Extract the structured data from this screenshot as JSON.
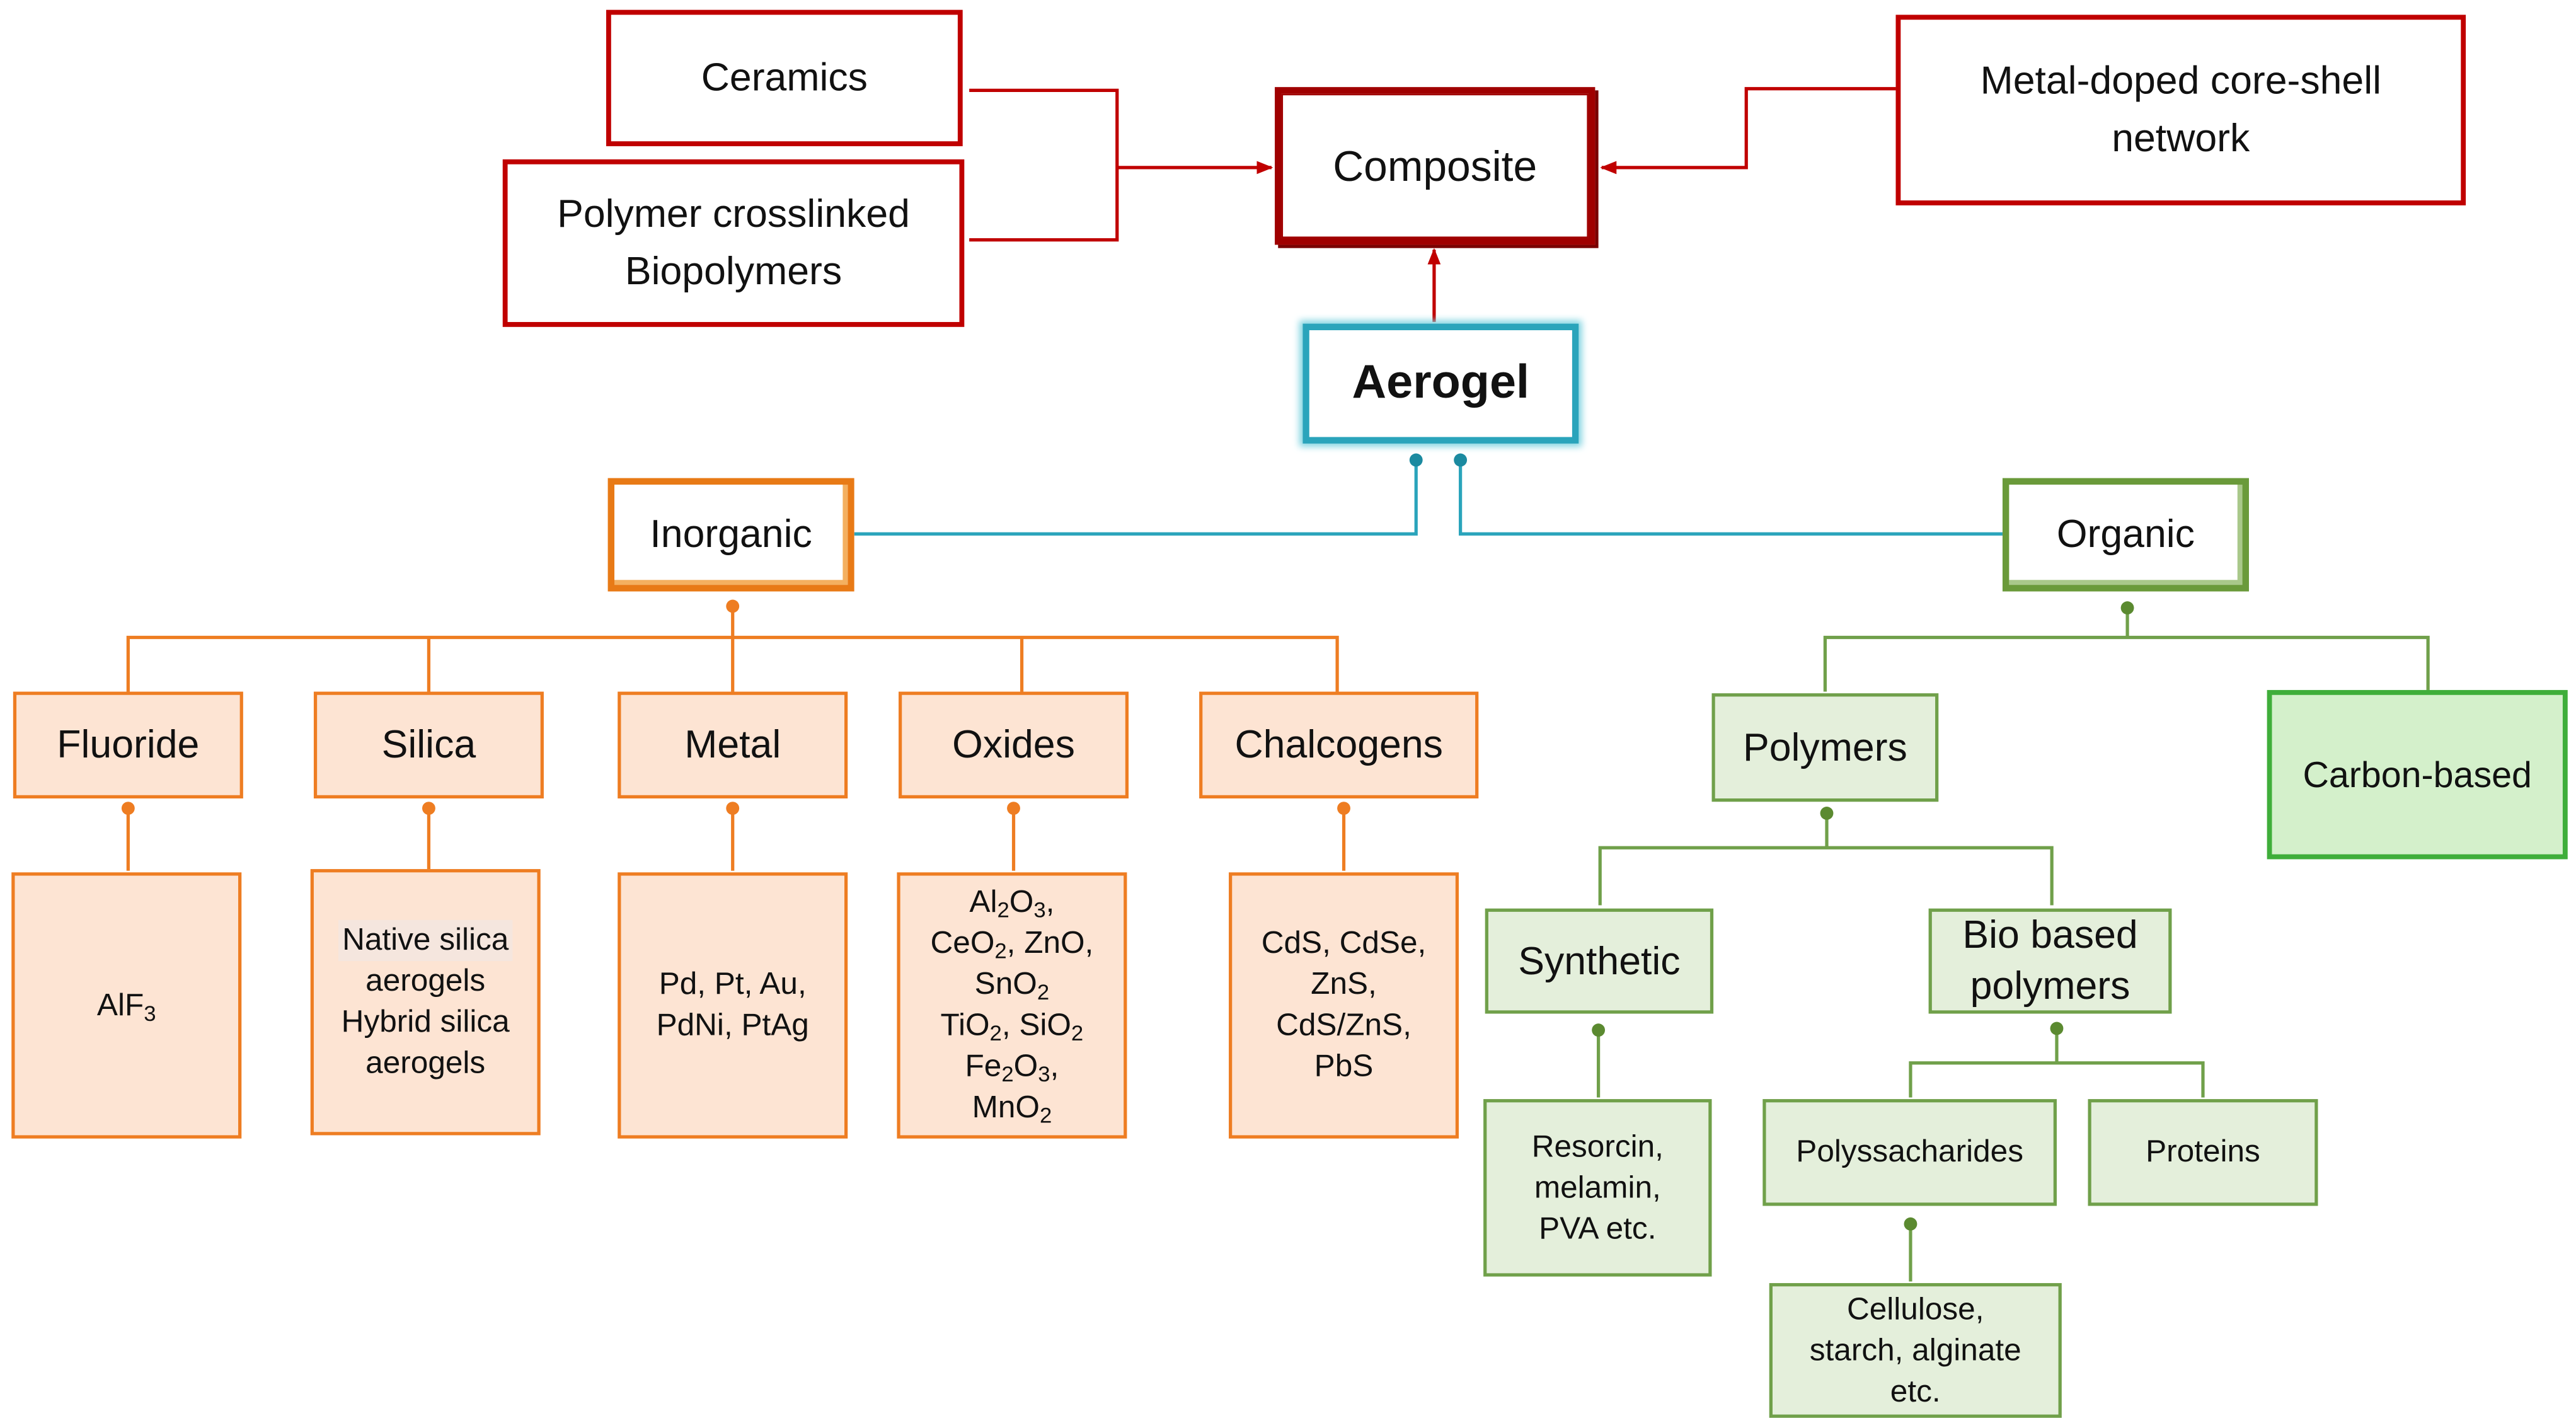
{
  "composite": {
    "label": "Composite",
    "inputs": {
      "ceramics": "Ceramics",
      "polymer_crosslinked": "Polymer crosslinked\nBiopolymers",
      "metal_doped": "Metal-doped core-shell\nnetwork"
    }
  },
  "root": {
    "label": "Aerogel"
  },
  "inorganic": {
    "label": "Inorganic",
    "categories": {
      "fluoride": {
        "label": "Fluoride"
      },
      "silica": {
        "label": "Silica",
        "items": [
          "Native silica",
          "aerogels",
          "Hybrid silica",
          "aerogels"
        ]
      },
      "metal": {
        "label": "Metal",
        "items": "Pd, Pt, Au,\nPdNi, PtAg"
      },
      "oxides": {
        "label": "Oxides"
      },
      "chalcogens": {
        "label": "Chalcogens",
        "items": "CdS, CdSe,\nZnS,\nCdS/ZnS,\nPbS"
      }
    }
  },
  "organic": {
    "label": "Organic",
    "polymers": {
      "label": "Polymers",
      "synthetic": {
        "label": "Synthetic",
        "items": "Resorcin,\nmelamin,\nPVA etc."
      },
      "bio_based": {
        "label": "Bio based\npolymers",
        "polysaccharides": {
          "label": "Polyssacharides",
          "items": "Cellulose,\nstarch, alginate\netc."
        },
        "proteins": {
          "label": "Proteins"
        }
      }
    },
    "carbon_based": {
      "label": "Carbon-based"
    }
  },
  "colors": {
    "composite_red": "#c00000",
    "aerogel_teal": "#2aa4bb",
    "inorganic_orange": "#ee7d22",
    "inorganic_fill": "#fde4d3",
    "organic_green": "#70a04a",
    "organic_fill": "#e4efdb",
    "carbon_green": "#3fae3a"
  }
}
